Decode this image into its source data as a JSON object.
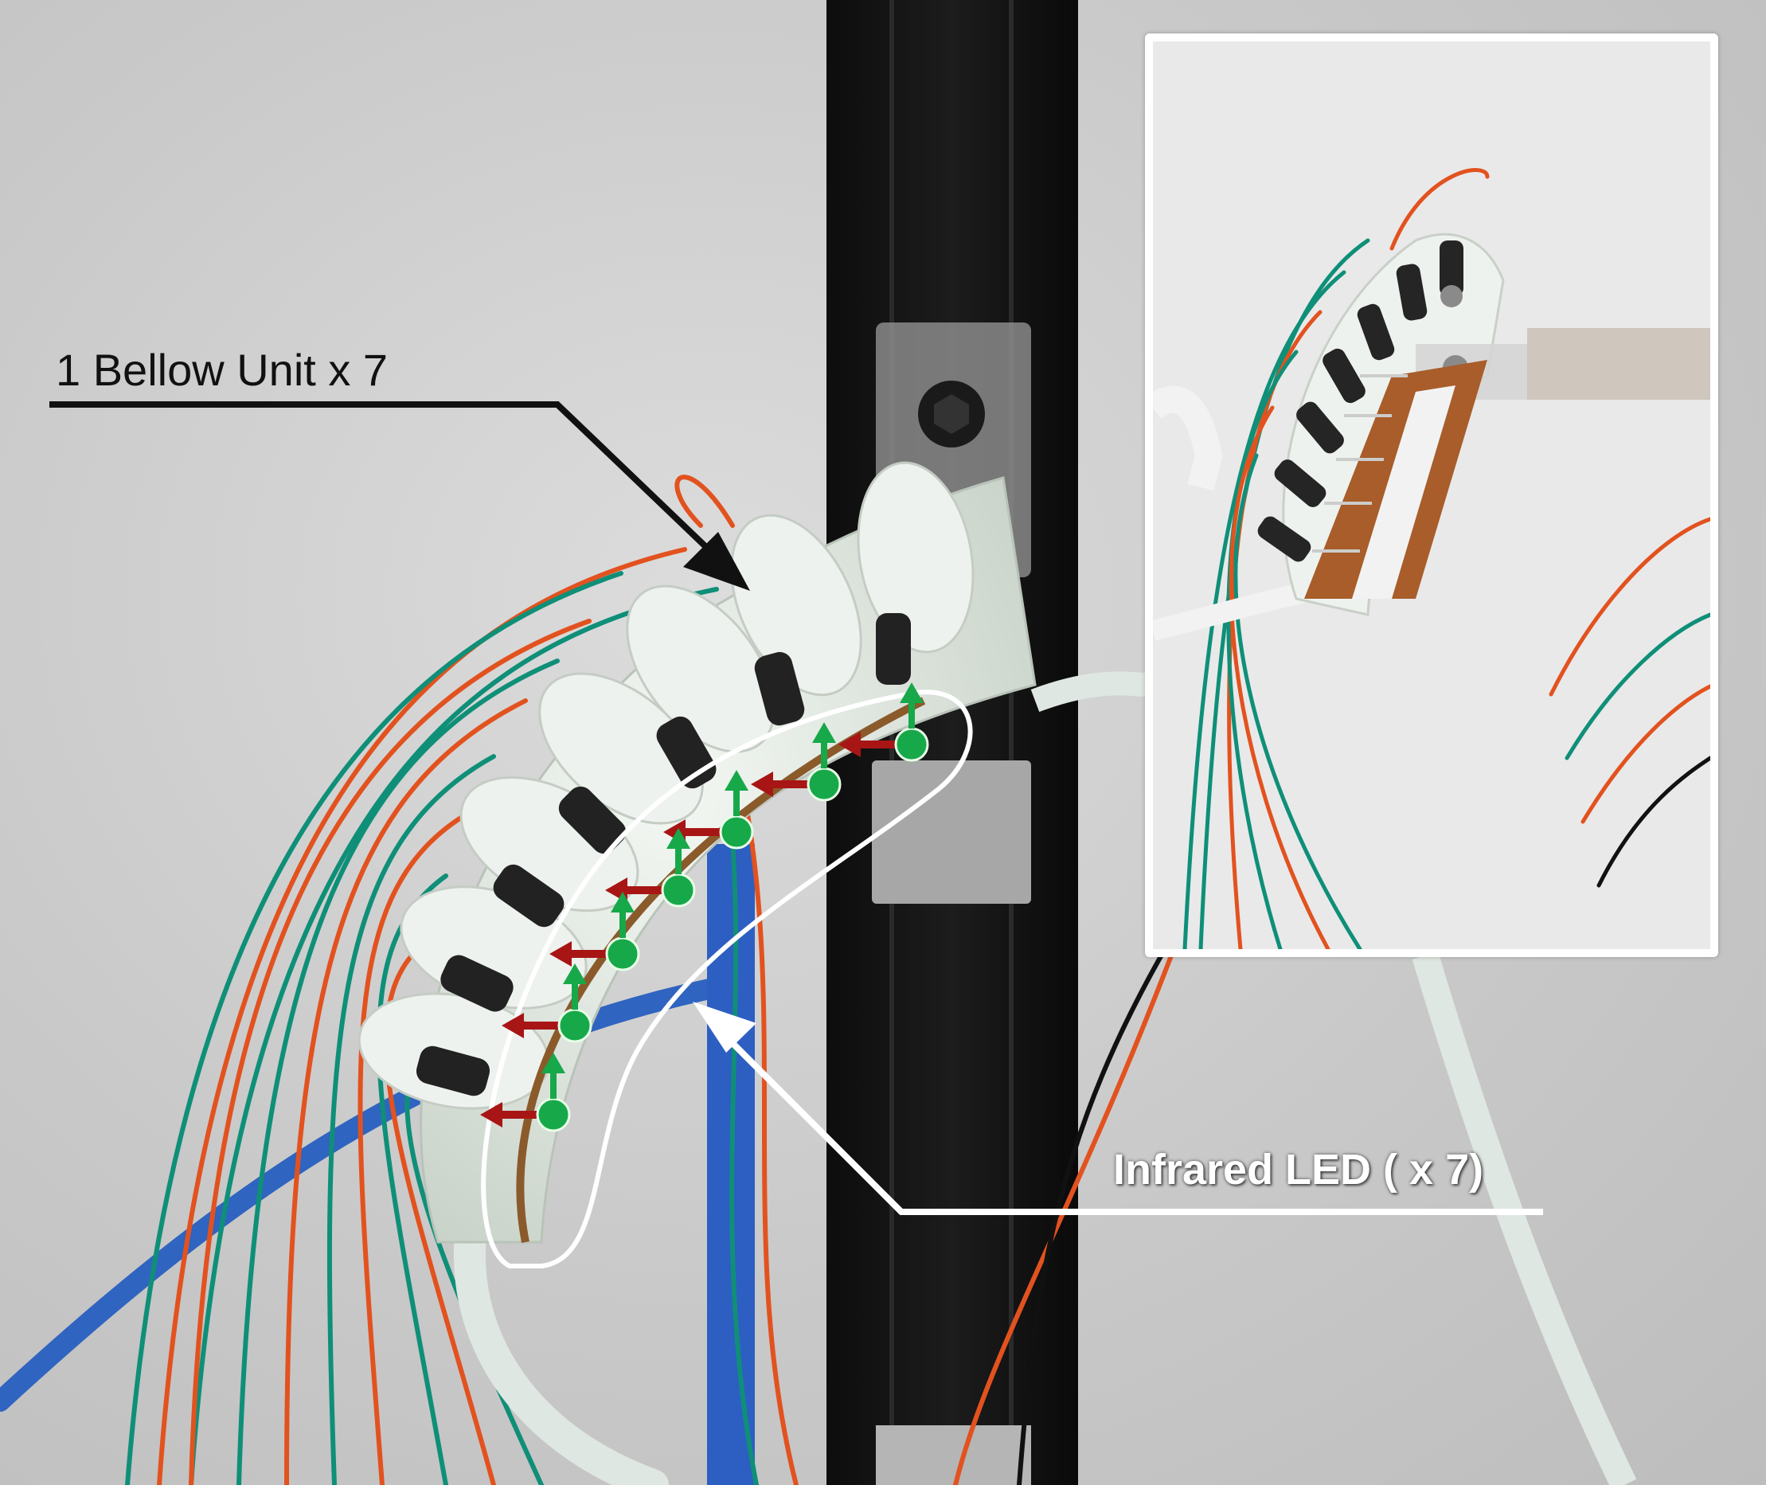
{
  "annotations": {
    "bellow_label": "1 Bellow Unit x 7",
    "led_label": "Infrared LED ( x 7)"
  },
  "colors": {
    "background": "#cfcfcf",
    "pillar": "#141414",
    "silicone": "#e6ece6",
    "wire_teal": "#0f8f78",
    "wire_orange": "#e2521f",
    "tube_blue": "#2f64c0",
    "arrow_red": "#a81515",
    "arrow_green": "#17a84a",
    "outline_white": "#ffffff",
    "leader_black": "#111111"
  },
  "icons": {
    "red_arrow": "left-arrow-icon",
    "green_marker": "up-arrow-circle-icon"
  },
  "counts": {
    "bellow_units": 7,
    "infrared_leds": 7
  }
}
